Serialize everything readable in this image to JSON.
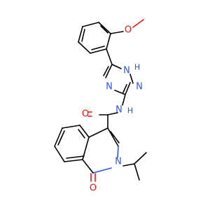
{
  "molecule": {
    "atoms": {
      "o_methoxy": {
        "label": "O",
        "color": "#ff0d0d"
      },
      "nh_triazole": {
        "label": "H",
        "color": "#3050f8"
      },
      "n_triazole_h": {
        "label": "N",
        "color": "#3050f8"
      },
      "n_triazole_left": {
        "label": "N",
        "color": "#3050f8"
      },
      "n_triazole_right": {
        "label": "N",
        "color": "#3050f8"
      },
      "n_amide": {
        "label": "N",
        "color": "#3050f8"
      },
      "h_amide": {
        "label": "H",
        "color": "#3050f8"
      },
      "o_amide": {
        "label": "O",
        "color": "#ff0d0d"
      },
      "n_ring": {
        "label": "N",
        "color": "#3050f8"
      },
      "o_lactam": {
        "label": "O",
        "color": "#ff0d0d"
      }
    }
  }
}
